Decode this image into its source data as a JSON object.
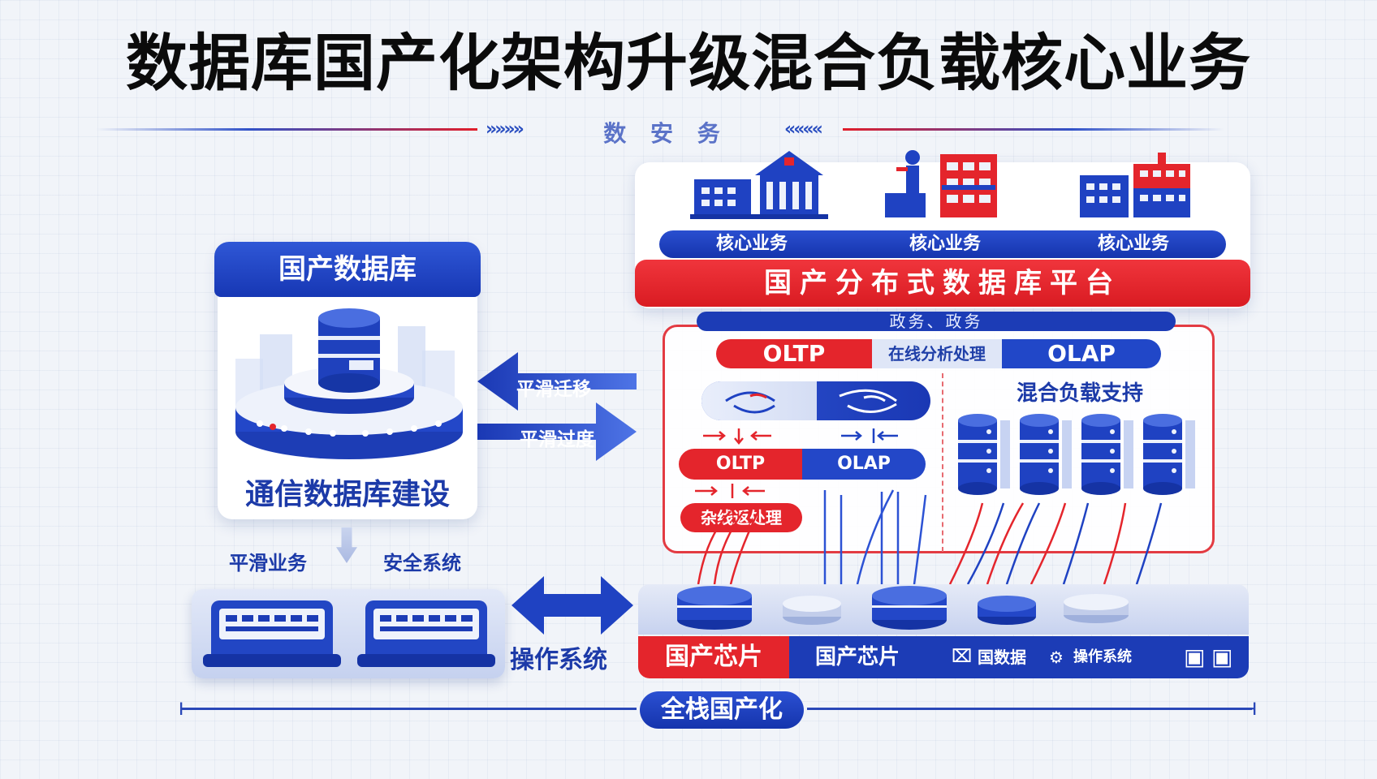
{
  "title": "数据库国产化架构升级混合负载核心业务",
  "subtitle": "数 安 务",
  "left_panel": {
    "header": "国产数据库",
    "caption": "通信数据库建设",
    "bottom_labels": [
      "平滑业务",
      "安全系统"
    ]
  },
  "middle": {
    "arrow_top": "平滑迁移",
    "arrow_bottom": "平滑过度",
    "os_label": "操作系统"
  },
  "right_panel": {
    "core_labels": [
      "核心业务",
      "核心业务",
      "核心业务"
    ],
    "platform": "国产分布式数据库平台",
    "subband": "政务、政务",
    "tri_bar": [
      "OLTP",
      "在线分析处理",
      "OLAP"
    ],
    "oltp": "OLTP",
    "olap": "OLAP",
    "hybrid_pill": "杂线返处理",
    "mixed_label": "混合负载支持"
  },
  "base": {
    "chip_red": "国产芯片",
    "chip_blue": "国产芯片",
    "db_label": "国数据",
    "os_label": "操作系统"
  },
  "bottom": {
    "pill": "全栈国产化"
  },
  "colors": {
    "primary_blue": "#1c3cb6",
    "accent_red": "#e4252c",
    "title": "#0b0b0b",
    "background": "#f1f4f9"
  }
}
